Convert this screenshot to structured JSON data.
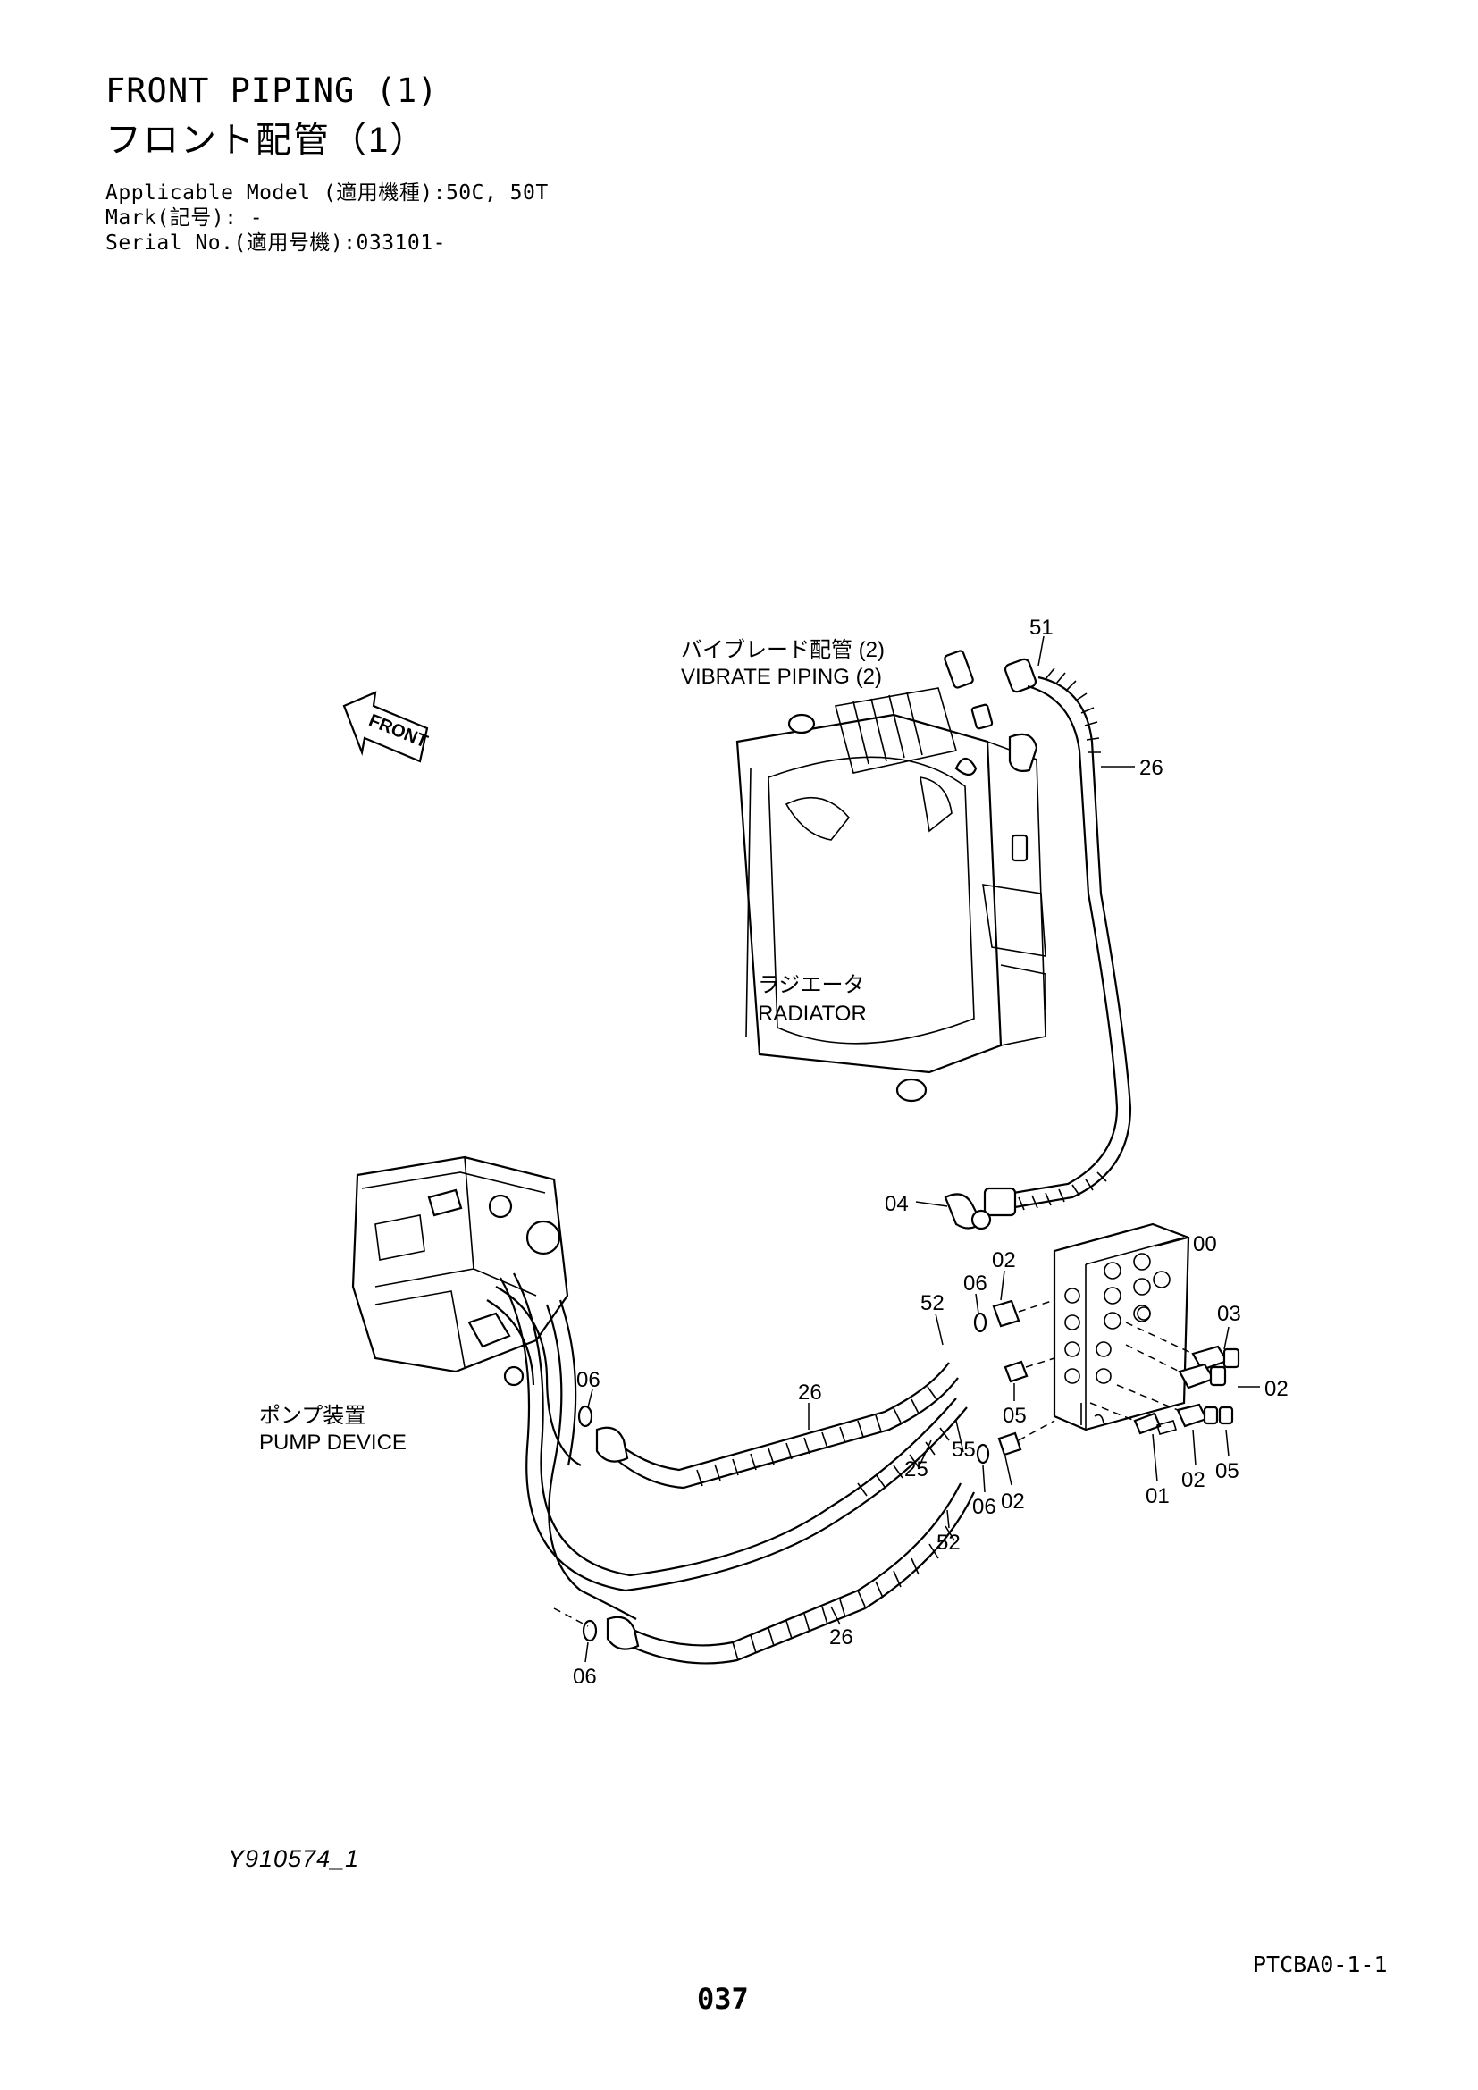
{
  "header": {
    "title_en": "FRONT PIPING (1)",
    "title_jp": "フロント配管（1）",
    "applicable_model": "Applicable Model (適用機種):50C, 50T",
    "mark": "Mark(記号): -",
    "serial_no": "Serial No.(適用号機):033101-"
  },
  "diagram": {
    "front_arrow": "FRONT",
    "labels": {
      "vibrate_piping_jp": "バイブレード配管 (2)",
      "vibrate_piping_en": "VIBRATE PIPING (2)",
      "radiator_jp": "ラジエータ",
      "radiator_en": "RADIATOR",
      "pump_jp": "ポンプ装置",
      "pump_en": "PUMP DEVICE"
    },
    "callouts": {
      "c51": "51",
      "c26_top": "26",
      "c04": "04",
      "c00": "00",
      "c03": "03",
      "c02_right": "02",
      "c02_top": "02",
      "c06_top": "06",
      "c52_top": "52",
      "c05_mid": "05",
      "c55": "55",
      "c25": "25",
      "c06_mid": "06",
      "c02_mid": "02",
      "c52_bottom": "52",
      "c26_mid": "26",
      "c06_left": "06",
      "c01": "01",
      "c02_low": "02",
      "c05_low": "05",
      "c26_bottom": "26",
      "c06_bottom": "06"
    }
  },
  "footer": {
    "figure_id": "Y910574_1",
    "page_code": "PTCBA0-1-1",
    "page_number": "037"
  }
}
